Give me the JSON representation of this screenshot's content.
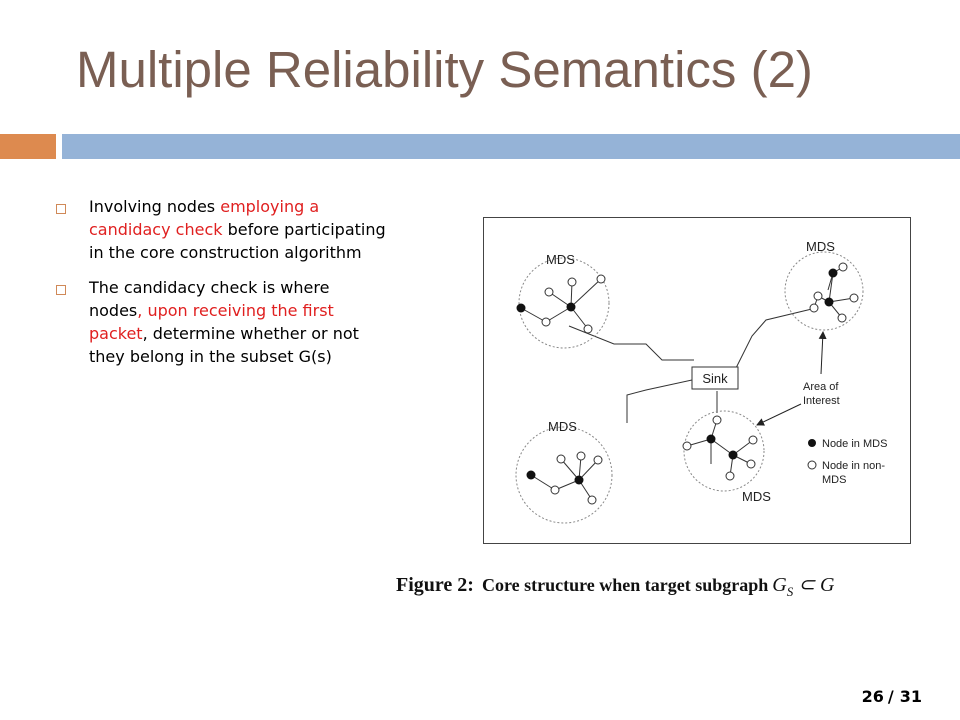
{
  "slide": {
    "title": "Multiple Reliability Semantics (2)",
    "bullets": [
      {
        "parts": [
          "Involving nodes ",
          "employing a candidacy check",
          " before participating in the core construction algorithm"
        ]
      },
      {
        "parts": [
          "The candidacy check is where nodes",
          ", upon receiving the first packet",
          ", determine whether or not they belong in the subset G(s)"
        ]
      }
    ],
    "highlight_color": "#e02020"
  },
  "figure": {
    "labels": {
      "mds_top_left": "MDS",
      "mds_top_right": "MDS",
      "mds_bottom_left": "MDS",
      "mds_bottom_center": "MDS",
      "sink": "Sink",
      "area_line1": "Area of",
      "area_line2": "Interest",
      "legend_filled": "Node in MDS",
      "legend_open_line1": "Node in non-",
      "legend_open_line2": "MDS"
    },
    "caption": {
      "label": "Figure 2:",
      "text": "Core structure when target subgraph",
      "math": "G",
      "math_sub": "S",
      "math_rel": " ⊂ G"
    }
  },
  "footer": {
    "page": "26",
    "total": "31"
  }
}
